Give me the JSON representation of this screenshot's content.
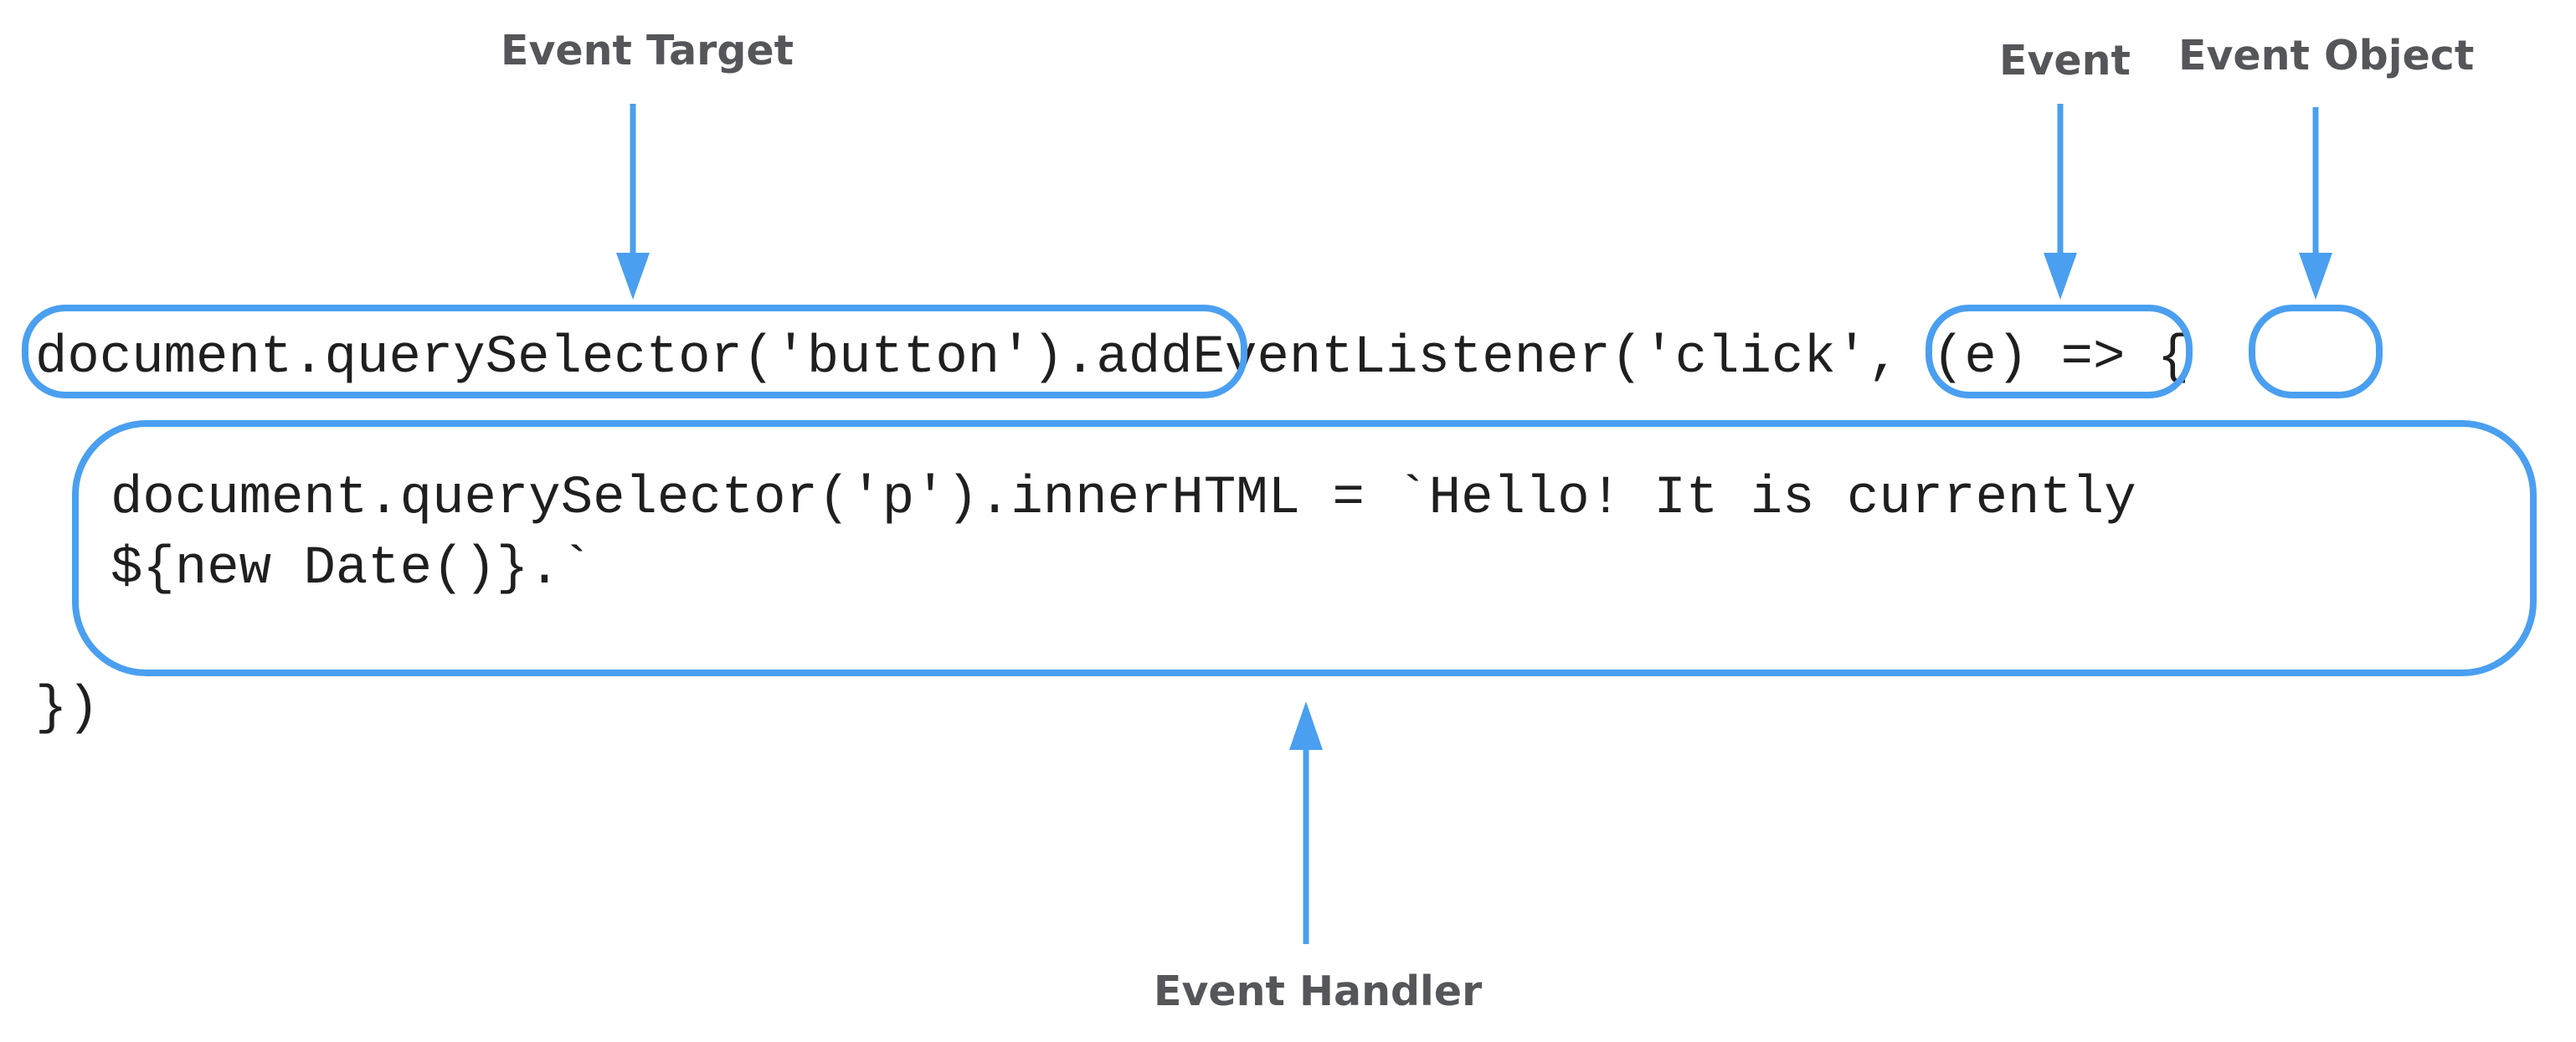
{
  "labels": {
    "event_target": "Event Target",
    "event": "Event",
    "event_object": "Event Object",
    "event_handler": "Event Handler"
  },
  "code": {
    "line1_target": "document.querySelector('button')",
    "line1_method": ".addEventListener(",
    "line1_event": "'click'",
    "line1_sep": ", ",
    "line1_param": "(e)",
    "line1_arrow": " => {",
    "line2": "document.querySelector('p').innerHTML = `Hello! It is currently",
    "line3": "${new Date()}.`",
    "line4": "})"
  },
  "colors": {
    "accent": "#4A9FF0",
    "label_text": "#555659",
    "code_text": "#1f1f1f"
  }
}
